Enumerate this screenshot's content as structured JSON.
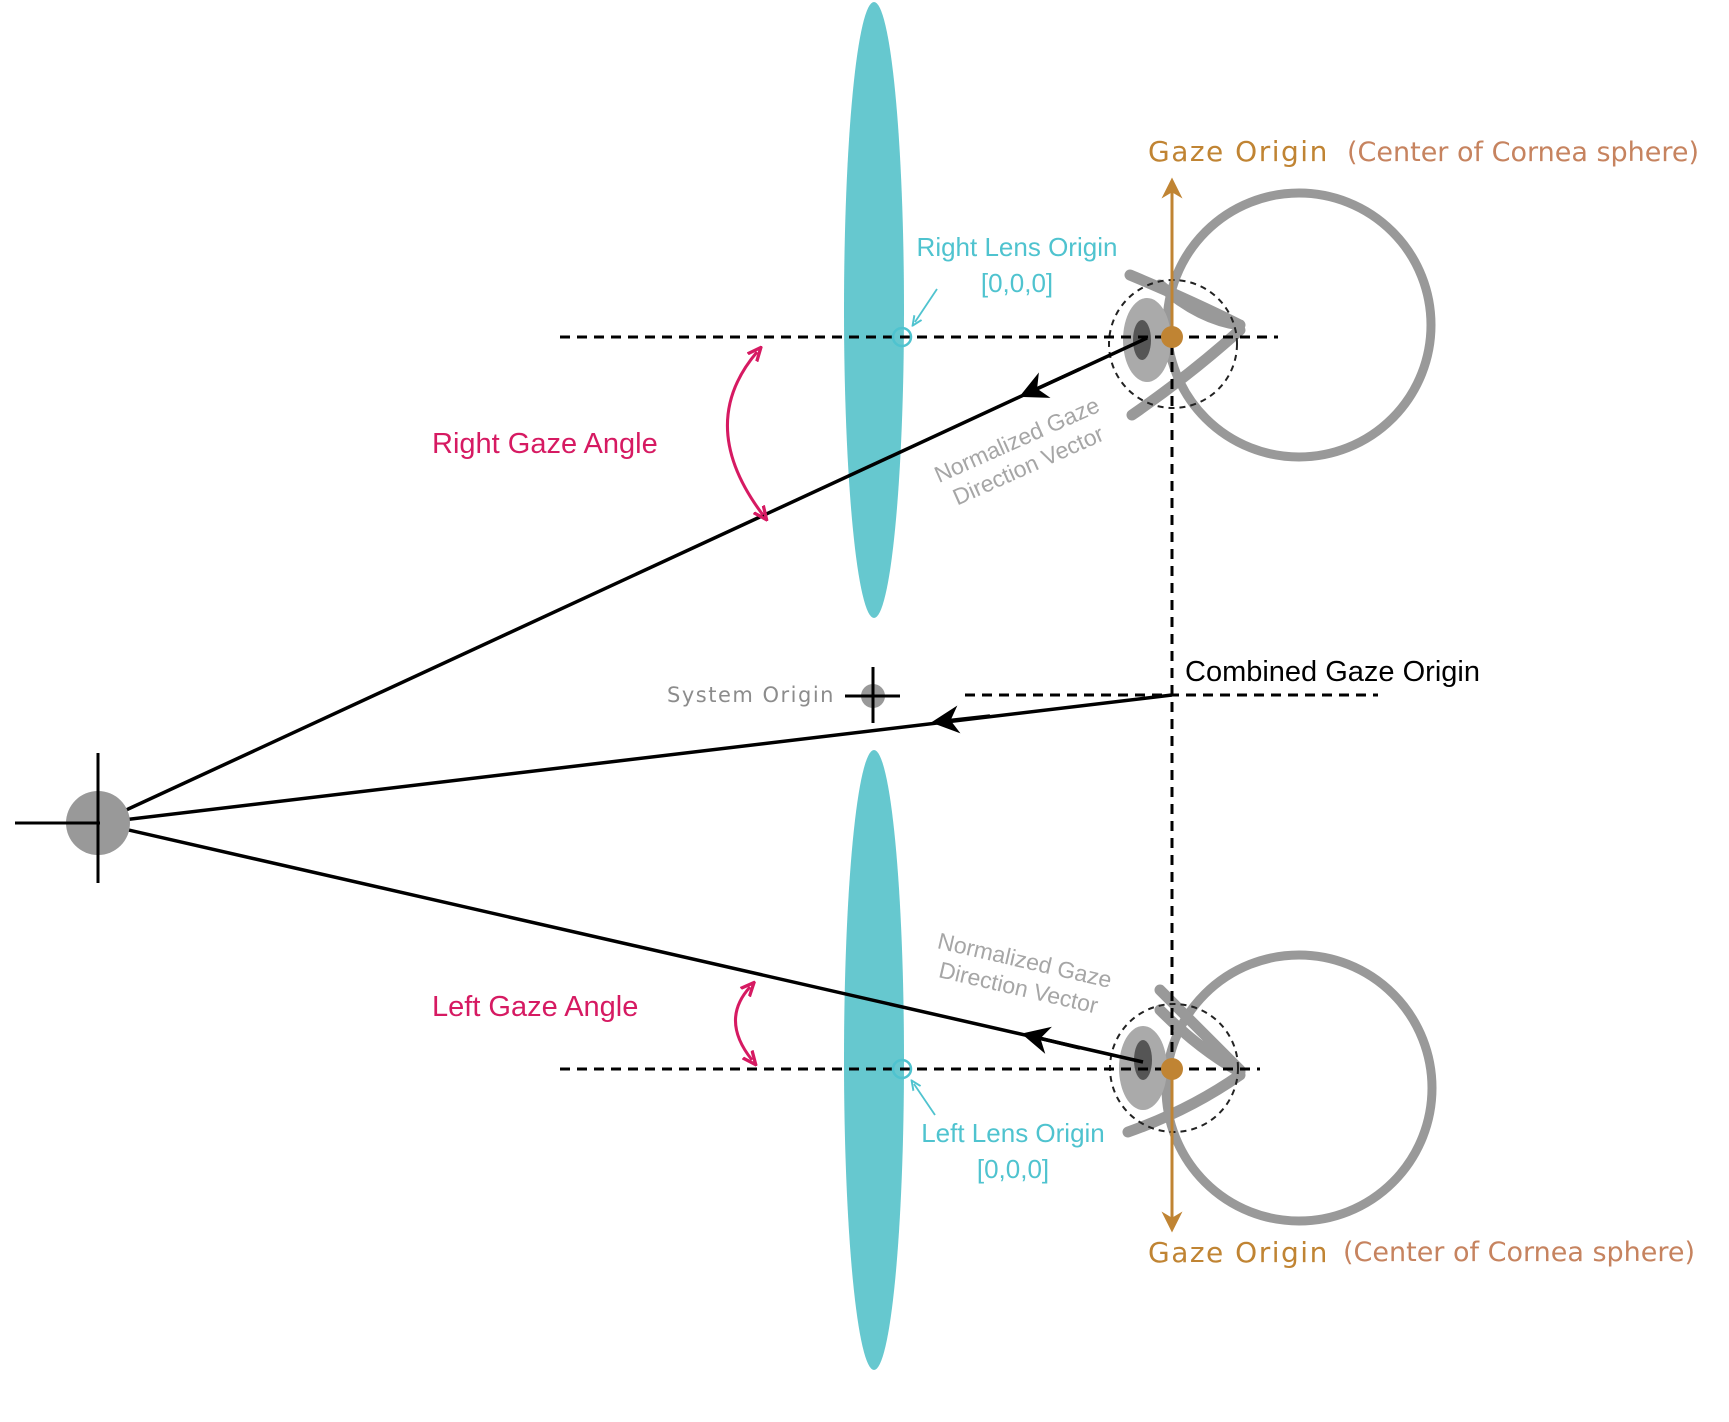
{
  "colors": {
    "lens": "#66c8cf",
    "lens_label": "#4fc3cf",
    "gaze_origin": "#c08433",
    "cornea_note": "#c6835f",
    "angle": "#d61a62",
    "eye": "#999999",
    "pupil": "#555555",
    "line": "#000000",
    "muted_text": "#a6a6a6",
    "system_text": "#8c8c8c"
  },
  "labels": {
    "gaze_origin_top": "Gaze Origin",
    "cornea_note_top": "(Center of Cornea sphere)",
    "gaze_origin_bottom": "Gaze Origin",
    "cornea_note_bottom": "(Center of Cornea sphere)",
    "right_lens_origin": "Right Lens Origin",
    "right_lens_coords": "[0,0,0]",
    "left_lens_origin": "Left Lens Origin",
    "left_lens_coords": "[0,0,0]",
    "right_gaze_angle": "Right Gaze Angle",
    "left_gaze_angle": "Left Gaze Angle",
    "gaze_vector_top_line1": "Normalized Gaze",
    "gaze_vector_top_line2": "Direction Vector",
    "gaze_vector_bottom_line1": "Normalized Gaze",
    "gaze_vector_bottom_line2": "Direction Vector",
    "combined_gaze_origin": "Combined Gaze Origin",
    "system_origin": "System Origin"
  }
}
